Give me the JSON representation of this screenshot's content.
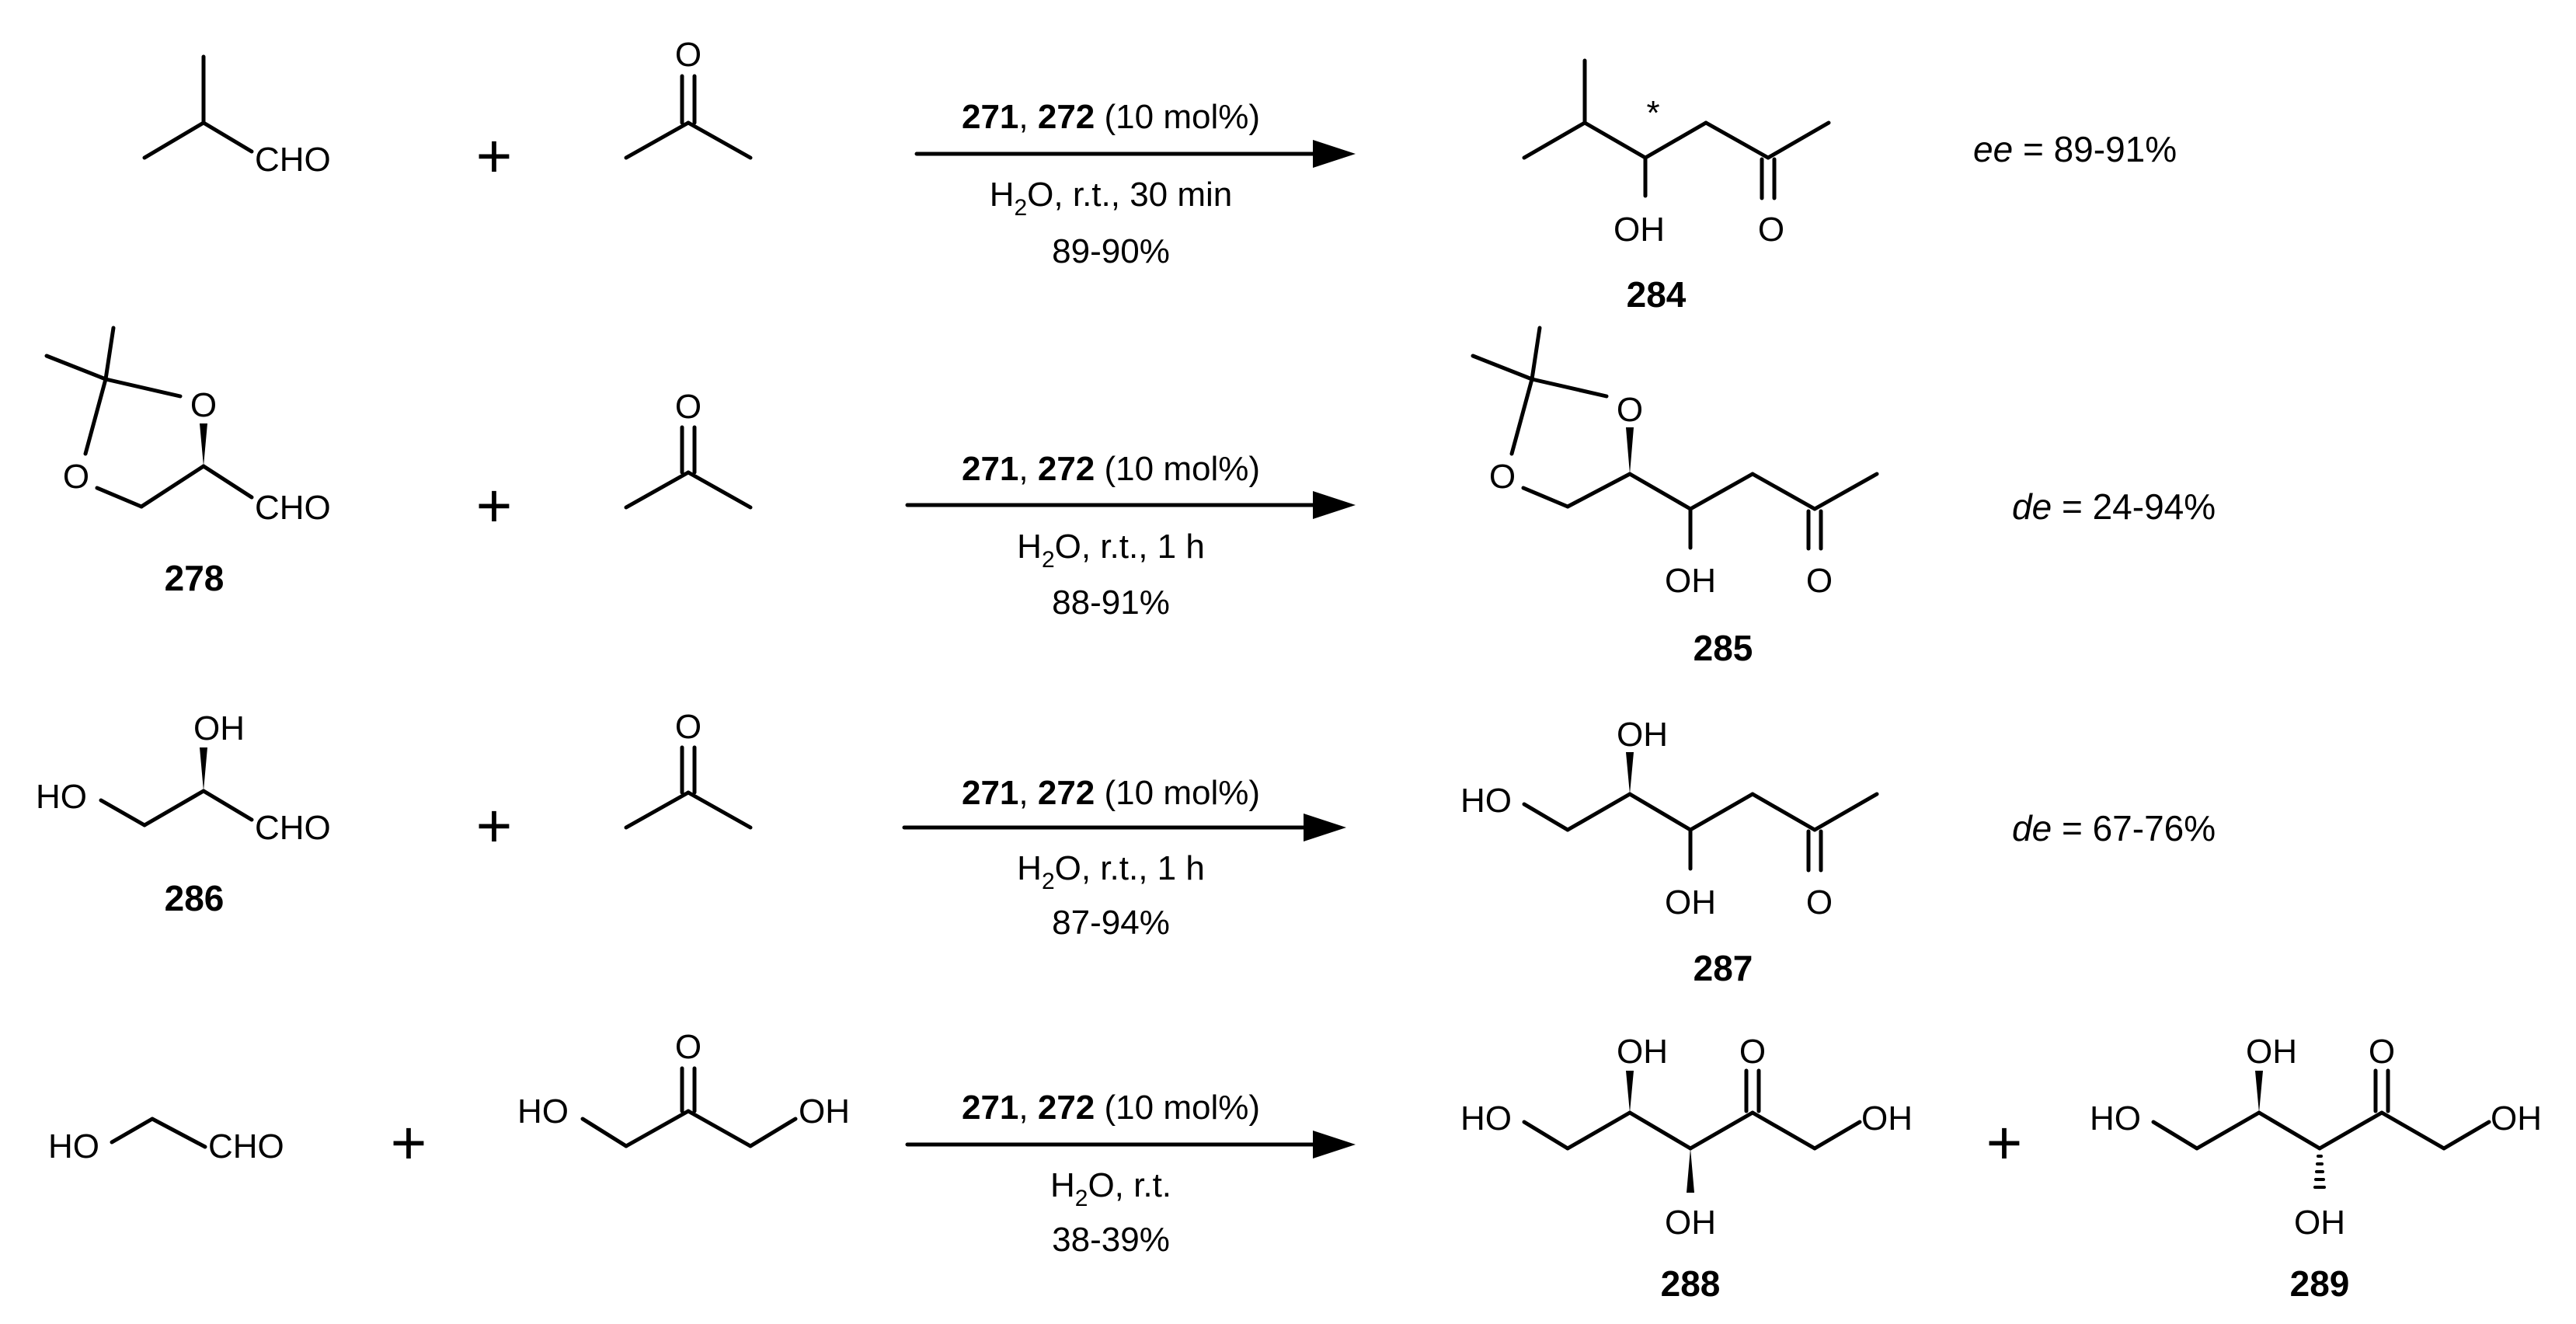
{
  "atoms": {
    "cho": "CHO",
    "o": "O",
    "oh": "OH",
    "ho": "HO",
    "star": "*"
  },
  "plus": "+",
  "catalyst": {
    "c1": "271",
    "sep": ", ",
    "c2": "272",
    "loading": " (10 mol%)"
  },
  "conditions": {
    "h2o_h": "H",
    "h2o_sub": "2",
    "h2o_o": "O"
  },
  "compounds": {
    "c278": "278",
    "c284": "284",
    "c285": "285",
    "c286": "286",
    "c287": "287",
    "c288": "288",
    "c289": "289"
  },
  "reactions": [
    {
      "condition": ", r.t., 30 min",
      "yield": "89-90%",
      "selectivity_label": "ee",
      "selectivity_value": " = 89-91%"
    },
    {
      "condition": ", r.t., 1  h",
      "yield": "88-91%",
      "selectivity_label": "de",
      "selectivity_value": " = 24-94%"
    },
    {
      "condition": ", r.t., 1  h",
      "yield": "87-94%",
      "selectivity_label": "de",
      "selectivity_value": " = 67-76%"
    },
    {
      "condition": ", r.t.",
      "yield": "38-39%"
    }
  ]
}
